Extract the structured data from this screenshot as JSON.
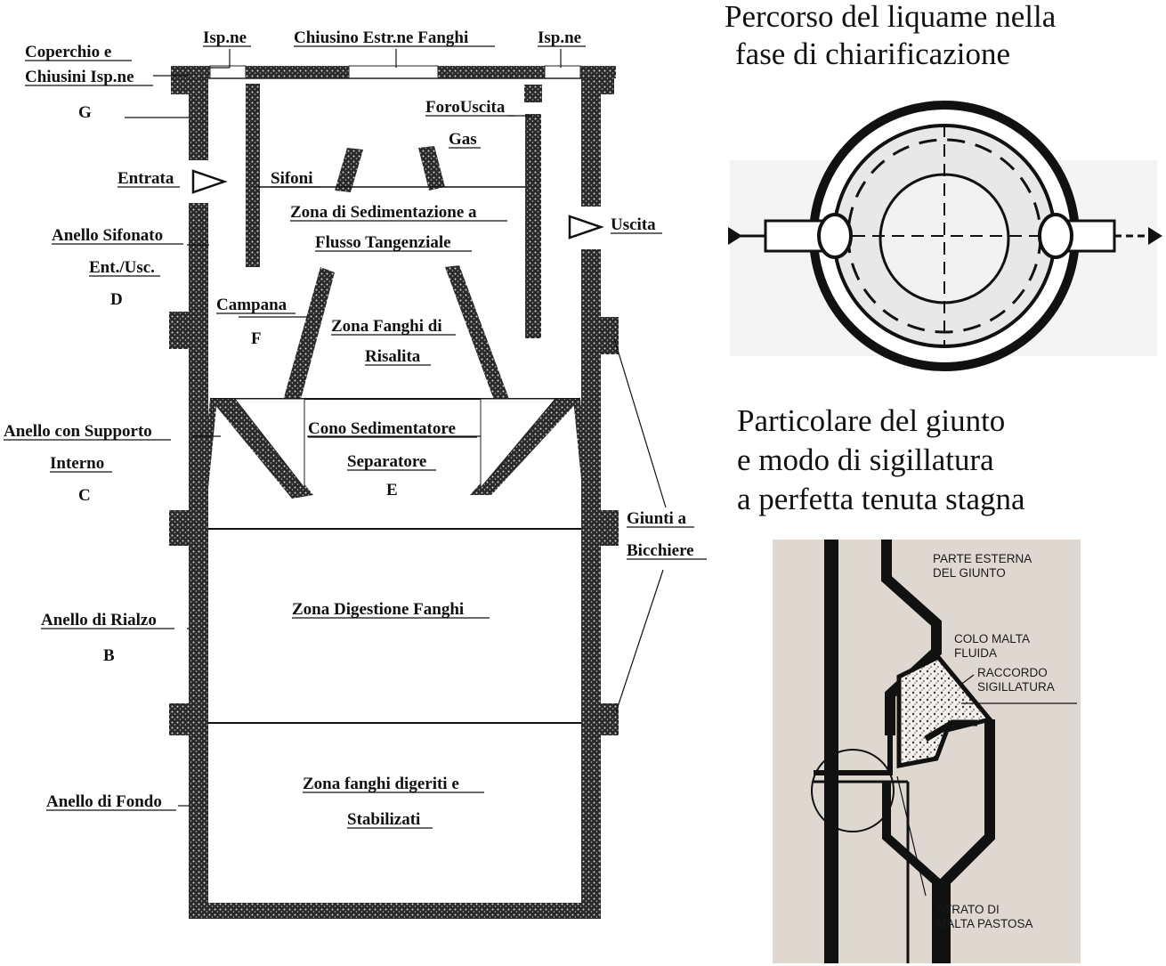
{
  "section_drawing": {
    "labels": {
      "coperchio_1": "Coperchio e",
      "coperchio_2": "Chiusini Isp.ne",
      "letter_g": "G",
      "isp_left": "Isp.ne",
      "chiusino": "Chiusino Estr.ne Fanghi",
      "isp_right": "Isp.ne",
      "foro_1": "ForoUscita",
      "foro_2": "Gas",
      "entrata": "Entrata",
      "sifoni": "Sifoni",
      "zona_sed_1": "Zona di Sedimentazione a",
      "zona_sed_2": "Flusso Tangenziale",
      "uscita": "Uscita",
      "anello_sif_1": "Anello Sifonato",
      "anello_sif_2": "Ent./Usc.",
      "letter_d": "D",
      "campana": "Campana",
      "letter_f": "F",
      "zona_risalita_1": "Zona Fanghi di",
      "zona_risalita_2": "Risalita",
      "anello_supp_1": "Anello con Supporto",
      "anello_supp_2": "Interno",
      "letter_c": "C",
      "cono_1": "Cono Sedimentatore",
      "cono_2": "Separatore",
      "letter_e": "E",
      "giunti_1": "Giunti a",
      "giunti_2": "Bicchiere",
      "zona_digestione": "Zona Digestione Fanghi",
      "anello_rialzo": "Anello di Rialzo",
      "letter_b": "B",
      "zona_digeriti_1": "Zona fanghi digeriti e",
      "zona_digeriti_2": "Stabilizati",
      "anello_fondo": "Anello di Fondo"
    }
  },
  "plan_view": {
    "title_1": "Percorso del liquame nella",
    "title_2": "fase di chiarificazione"
  },
  "joint_detail": {
    "title_1": "Particolare del giunto",
    "title_2": "e modo di sigillatura",
    "title_3": "a perfetta tenuta stagna",
    "parte_1": "PARTE ESTERNA",
    "parte_2": "DEL GIUNTO",
    "colo_1": "COLO MALTA",
    "colo_2": "FLUIDA",
    "raccordo_1": "RACCORDO",
    "raccordo_2": "SIGILLATURA",
    "strato_1": "STRATO DI",
    "strato_2": "MALTA PASTOSA"
  }
}
